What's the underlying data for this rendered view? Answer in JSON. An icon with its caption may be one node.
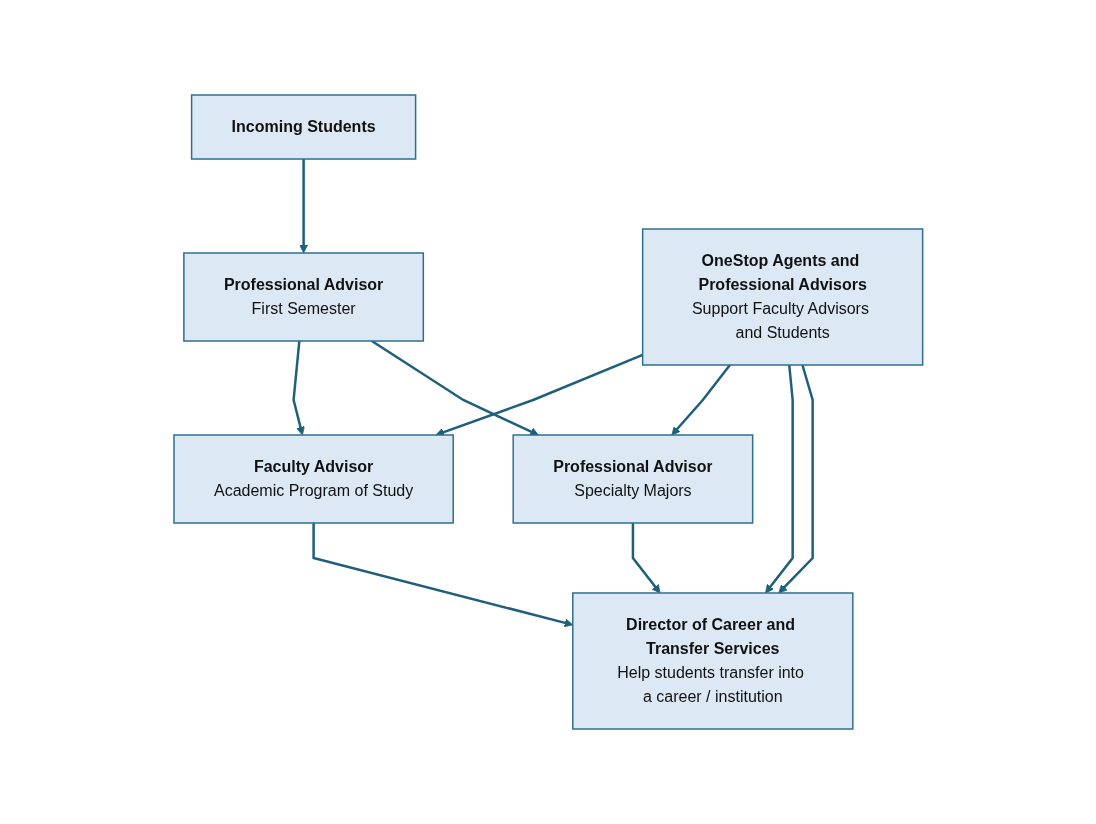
{
  "diagram": {
    "nodes": [
      {
        "text": [
          "Incoming Students"
        ]
      },
      {
        "text": [
          "Professional Advisor",
          "First Semester"
        ]
      },
      {
        "text": [
          "Faculty Advisor",
          "Academic Program of Study"
        ]
      },
      {
        "text": [
          "Professional Advisor",
          "Specialty Majors"
        ]
      },
      {
        "text": [
          "OneStop Agents and Professional Advisors",
          "Support Faculty Advisors and Students"
        ]
      },
      {
        "text": [
          "Director of Career and Transfer Services",
          "Help students transfer into a career / institution"
        ]
      }
    ],
    "edges": [
      {
        "from": 0,
        "to": 1,
        "arrow": "to"
      },
      {
        "from": 1,
        "to": 2,
        "arrow": "to"
      },
      {
        "from": 1,
        "to": 3,
        "arrow": "to"
      },
      {
        "from": 4,
        "to": 2,
        "arrow": "to"
      },
      {
        "from": 4,
        "to": 3,
        "arrow": "to"
      },
      {
        "from": 2,
        "to": 5,
        "arrow": "to"
      },
      {
        "from": 4,
        "to": 5,
        "arrow": "to"
      },
      {
        "from": 4,
        "to": 5,
        "arrow": "to"
      },
      {
        "from": 3,
        "to": 5,
        "arrow": "to"
      }
    ]
  }
}
